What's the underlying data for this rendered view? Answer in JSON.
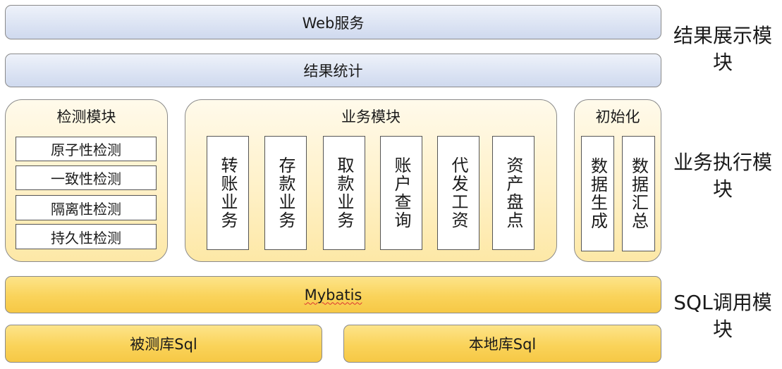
{
  "layers": {
    "web_service": "Web服务",
    "result_stats": "结果统计",
    "mybatis": "Mybatis",
    "tested_db_sql": "被测库Sql",
    "local_db_sql": "本地库Sql"
  },
  "detection_module": {
    "title": "检测模块",
    "items": [
      "原子性检测",
      "一致性检测",
      "隔离性检测",
      "持久性检测"
    ]
  },
  "business_module": {
    "title": "业务模块",
    "items": [
      "转账业务",
      "存款业务",
      "取款业务",
      "账户查询",
      "代发工资",
      "资产盘点"
    ]
  },
  "init_module": {
    "title": "初始化",
    "items": [
      "数据生成",
      "数据汇总"
    ]
  },
  "side_labels": {
    "result_display": "结果展示模块",
    "business_execution": "业务执行模块",
    "sql_invocation": "SQL调用模块"
  },
  "colors": {
    "blue_layer": "#dbe3f3",
    "gold_layer": "#fad35a",
    "panel_fill": "#fff1c8",
    "border": "#8a8a8a"
  }
}
